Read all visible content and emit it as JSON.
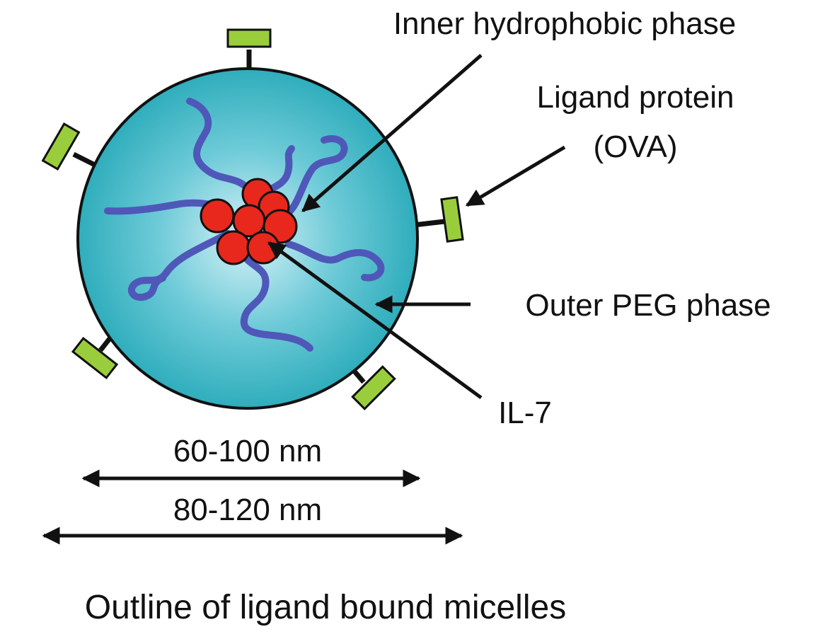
{
  "labels": {
    "inner": "Inner hydrophobic phase",
    "ligand_line1": "Ligand protein",
    "ligand_line2": "(OVA)",
    "outer": "Outer PEG phase",
    "il7": "IL-7",
    "size_core": "60-100 nm",
    "size_total": "80-120 nm",
    "caption": "Outline of ligand bound micelles"
  },
  "colors": {
    "shell_center": "#d7f2f7",
    "shell_edge": "#1aa3b3",
    "peg_chain": "#4f58b8",
    "core_bead": "#e8281c",
    "ligand": "#9acd3c",
    "ink": "#111111"
  }
}
